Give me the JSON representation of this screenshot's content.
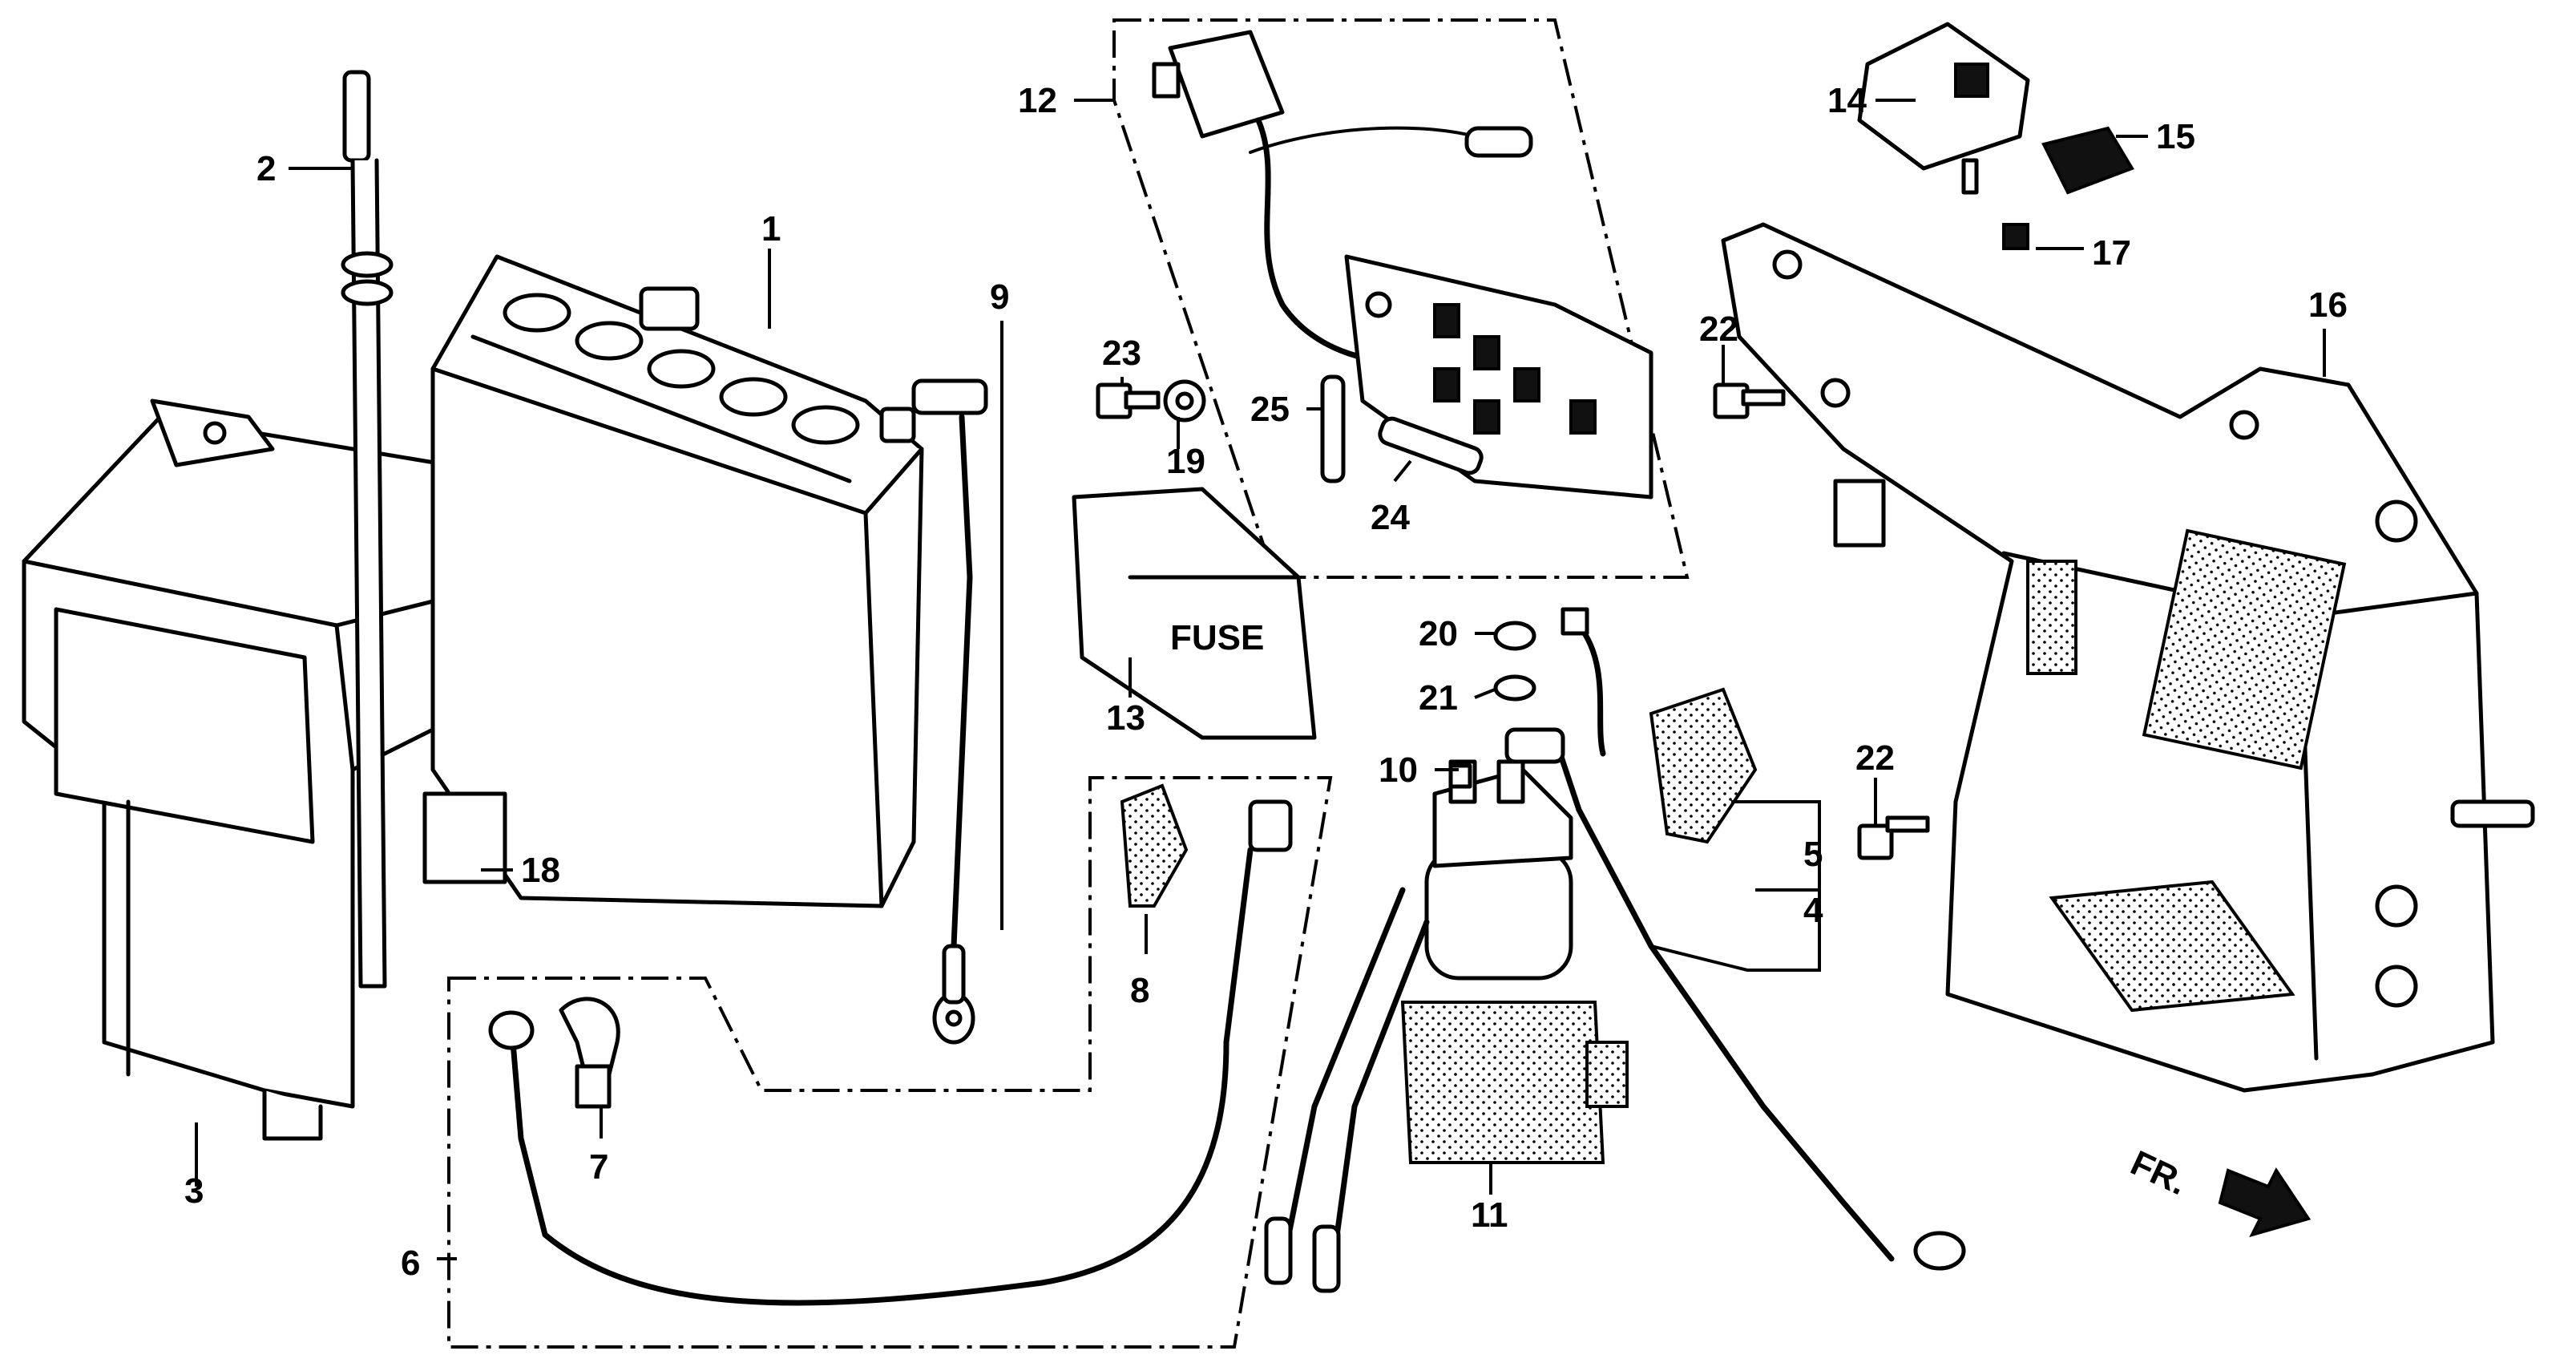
{
  "parts": {
    "p1": "1",
    "p2": "2",
    "p3": "3",
    "p4": "4",
    "p5": "5",
    "p6": "6",
    "p7": "7",
    "p8": "8",
    "p9": "9",
    "p10": "10",
    "p11": "11",
    "p12": "12",
    "p13": "13",
    "p14": "14",
    "p15": "15",
    "p16": "16",
    "p17": "17",
    "p18": "18",
    "p19": "19",
    "p20": "20",
    "p21": "21",
    "p22a": "22",
    "p22b": "22",
    "p23": "23",
    "p24": "24",
    "p25": "25"
  },
  "fuse_cover_text": "FUSE",
  "front_indicator_text": "FR.",
  "colors": {
    "ink": "#000000",
    "paper": "#ffffff"
  }
}
